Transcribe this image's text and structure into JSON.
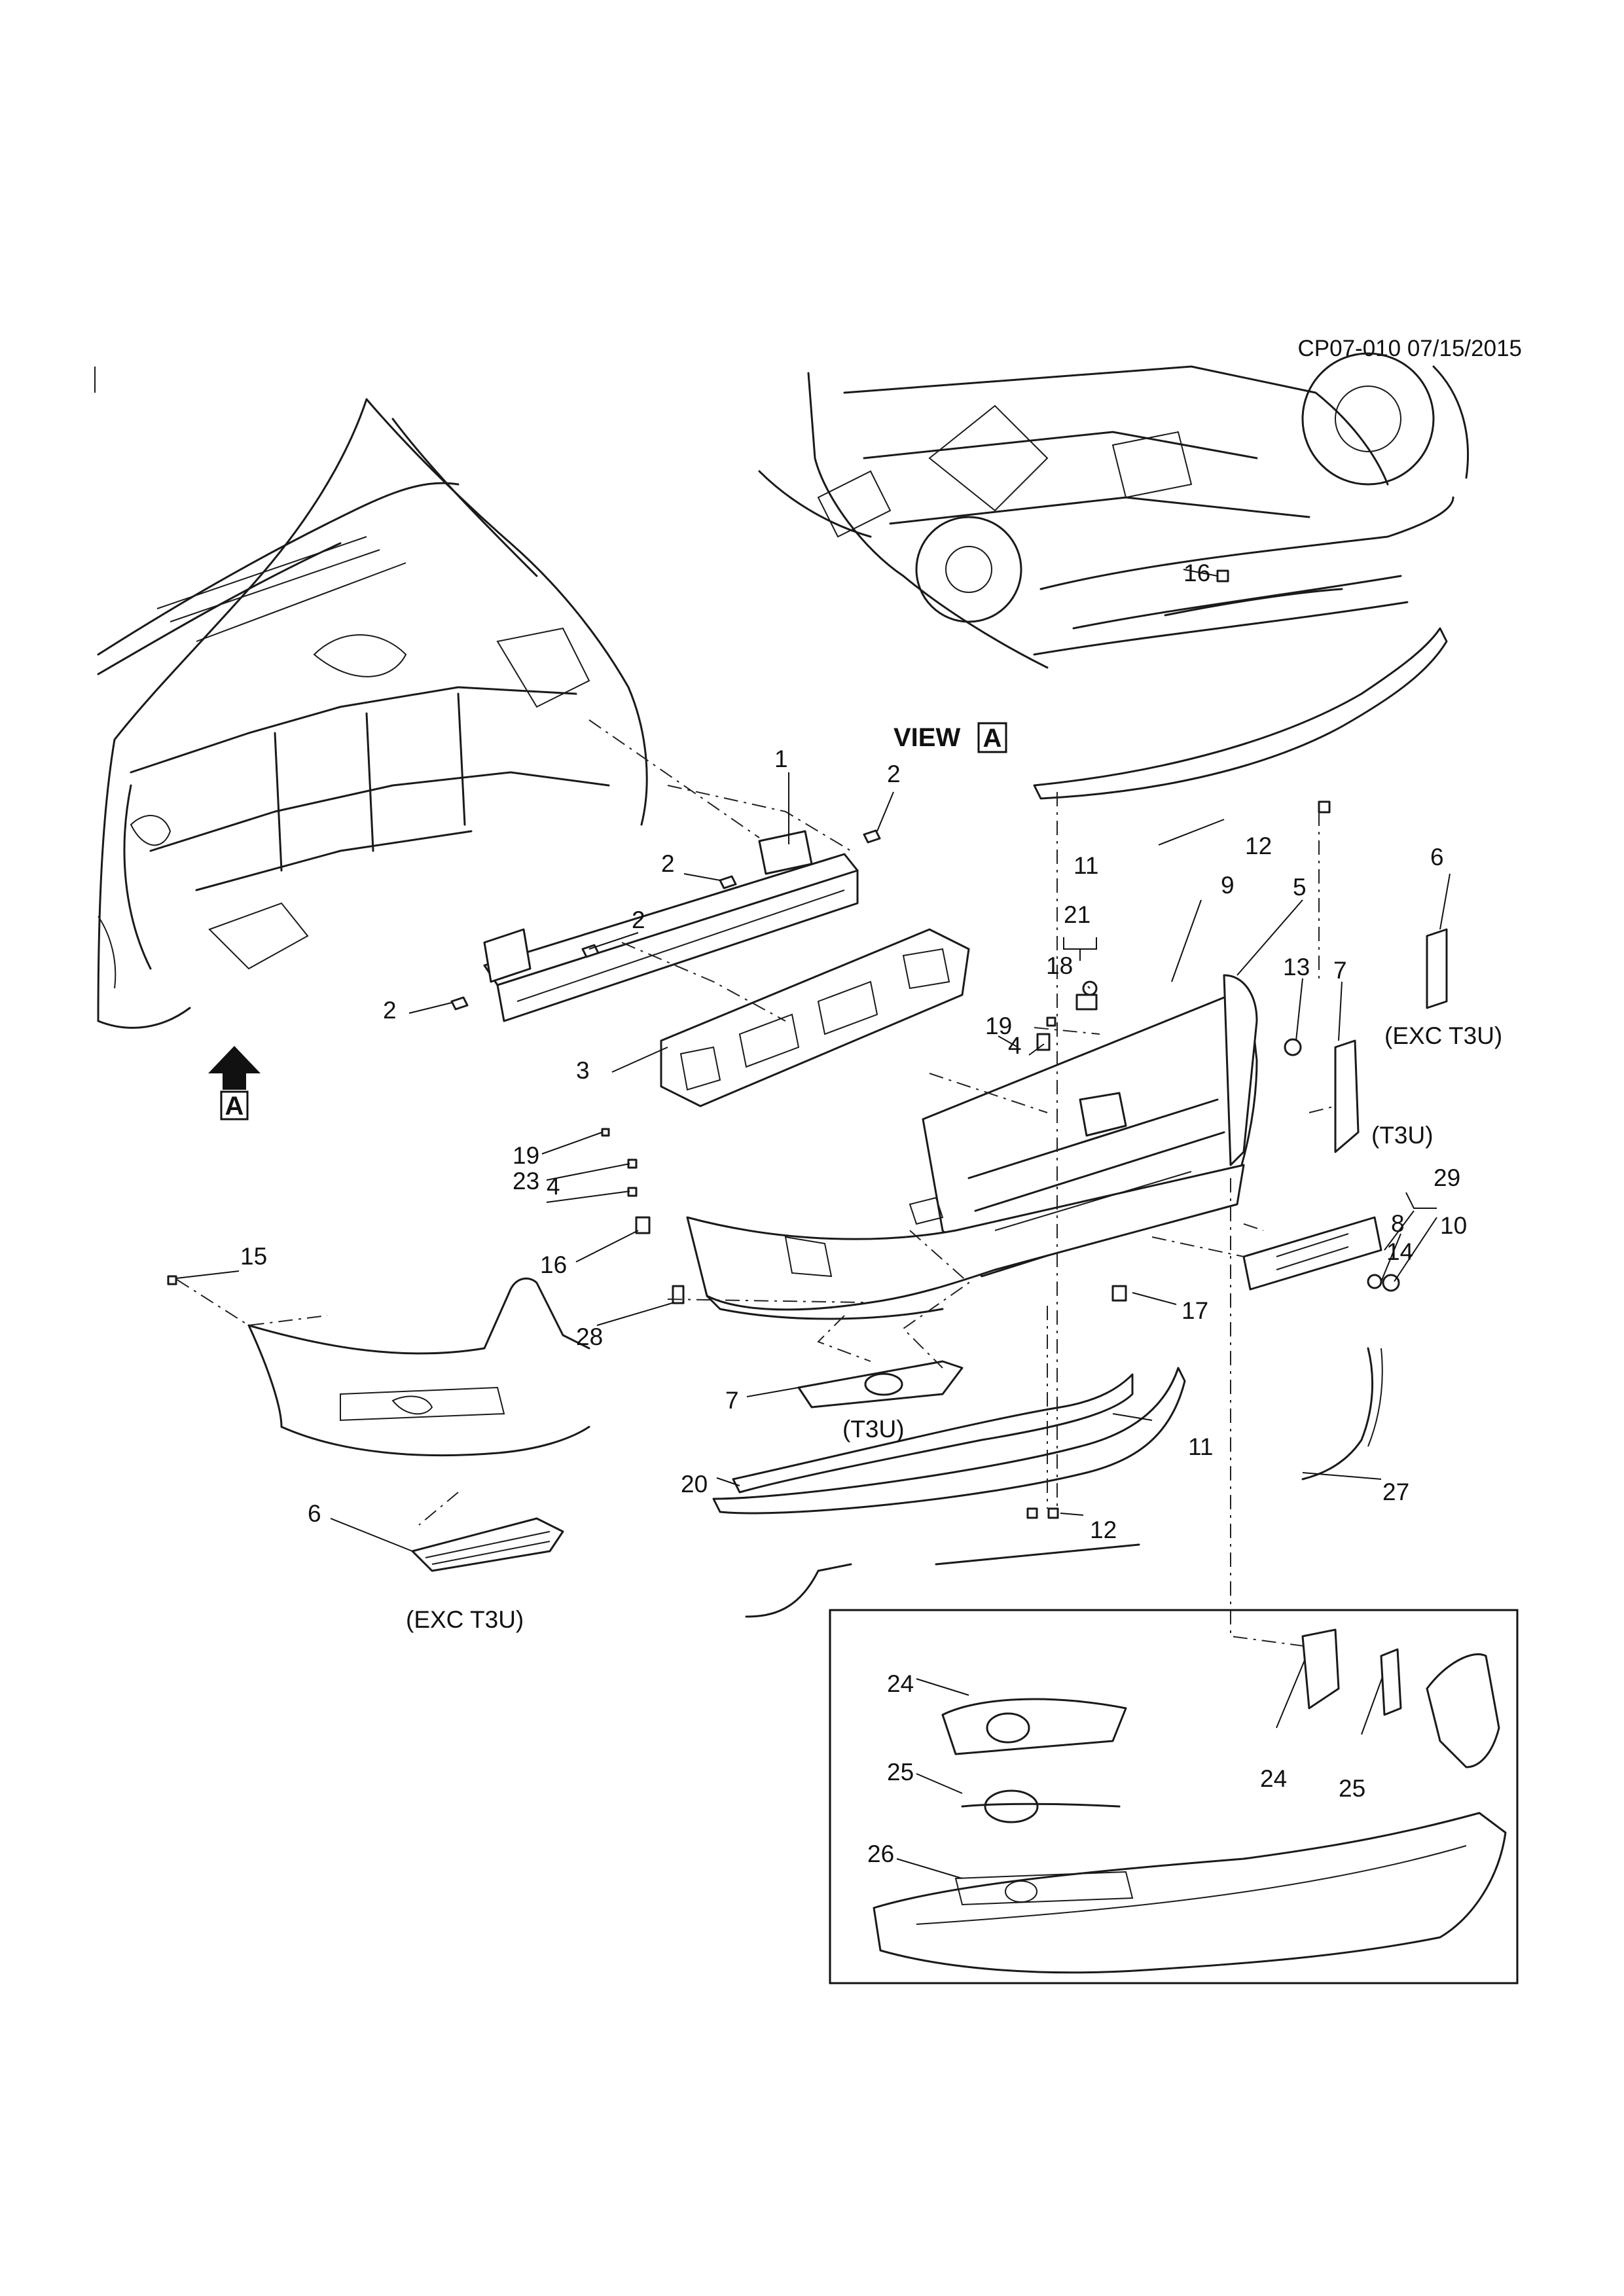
{
  "diagram": {
    "code": "CP07-010 07/15/2015",
    "view_title": "VIEW",
    "view_letter": "A",
    "arrow_letter": "A",
    "callouts": {
      "c1": "1",
      "c2a": "2",
      "c2b": "2",
      "c2c": "2",
      "c2d": "2",
      "c3": "3",
      "c4a": "4",
      "c4b": "4",
      "c5": "5",
      "c6a": "6",
      "c6b": "6",
      "c7a": "7",
      "c7b": "7",
      "c8": "8",
      "c9": "9",
      "c10": "10",
      "c11a": "11",
      "c11b": "11",
      "c12a": "12",
      "c12b": "12",
      "c13": "13",
      "c14": "14",
      "c15": "15",
      "c16a": "16",
      "c16b": "16",
      "c17": "17",
      "c18": "18",
      "c19a": "19",
      "c19b": "19",
      "c20": "20",
      "c21": "21",
      "c23": "23",
      "c24a": "24",
      "c24b": "24",
      "c25a": "25",
      "c25b": "25",
      "c26": "26",
      "c27": "27",
      "c28": "28",
      "c29": "29"
    },
    "notes": {
      "exc_t3u_right": "(EXC T3U)",
      "t3u_right": "(T3U)",
      "t3u_center": "(T3U)",
      "exc_t3u_left": "(EXC T3U)"
    }
  }
}
